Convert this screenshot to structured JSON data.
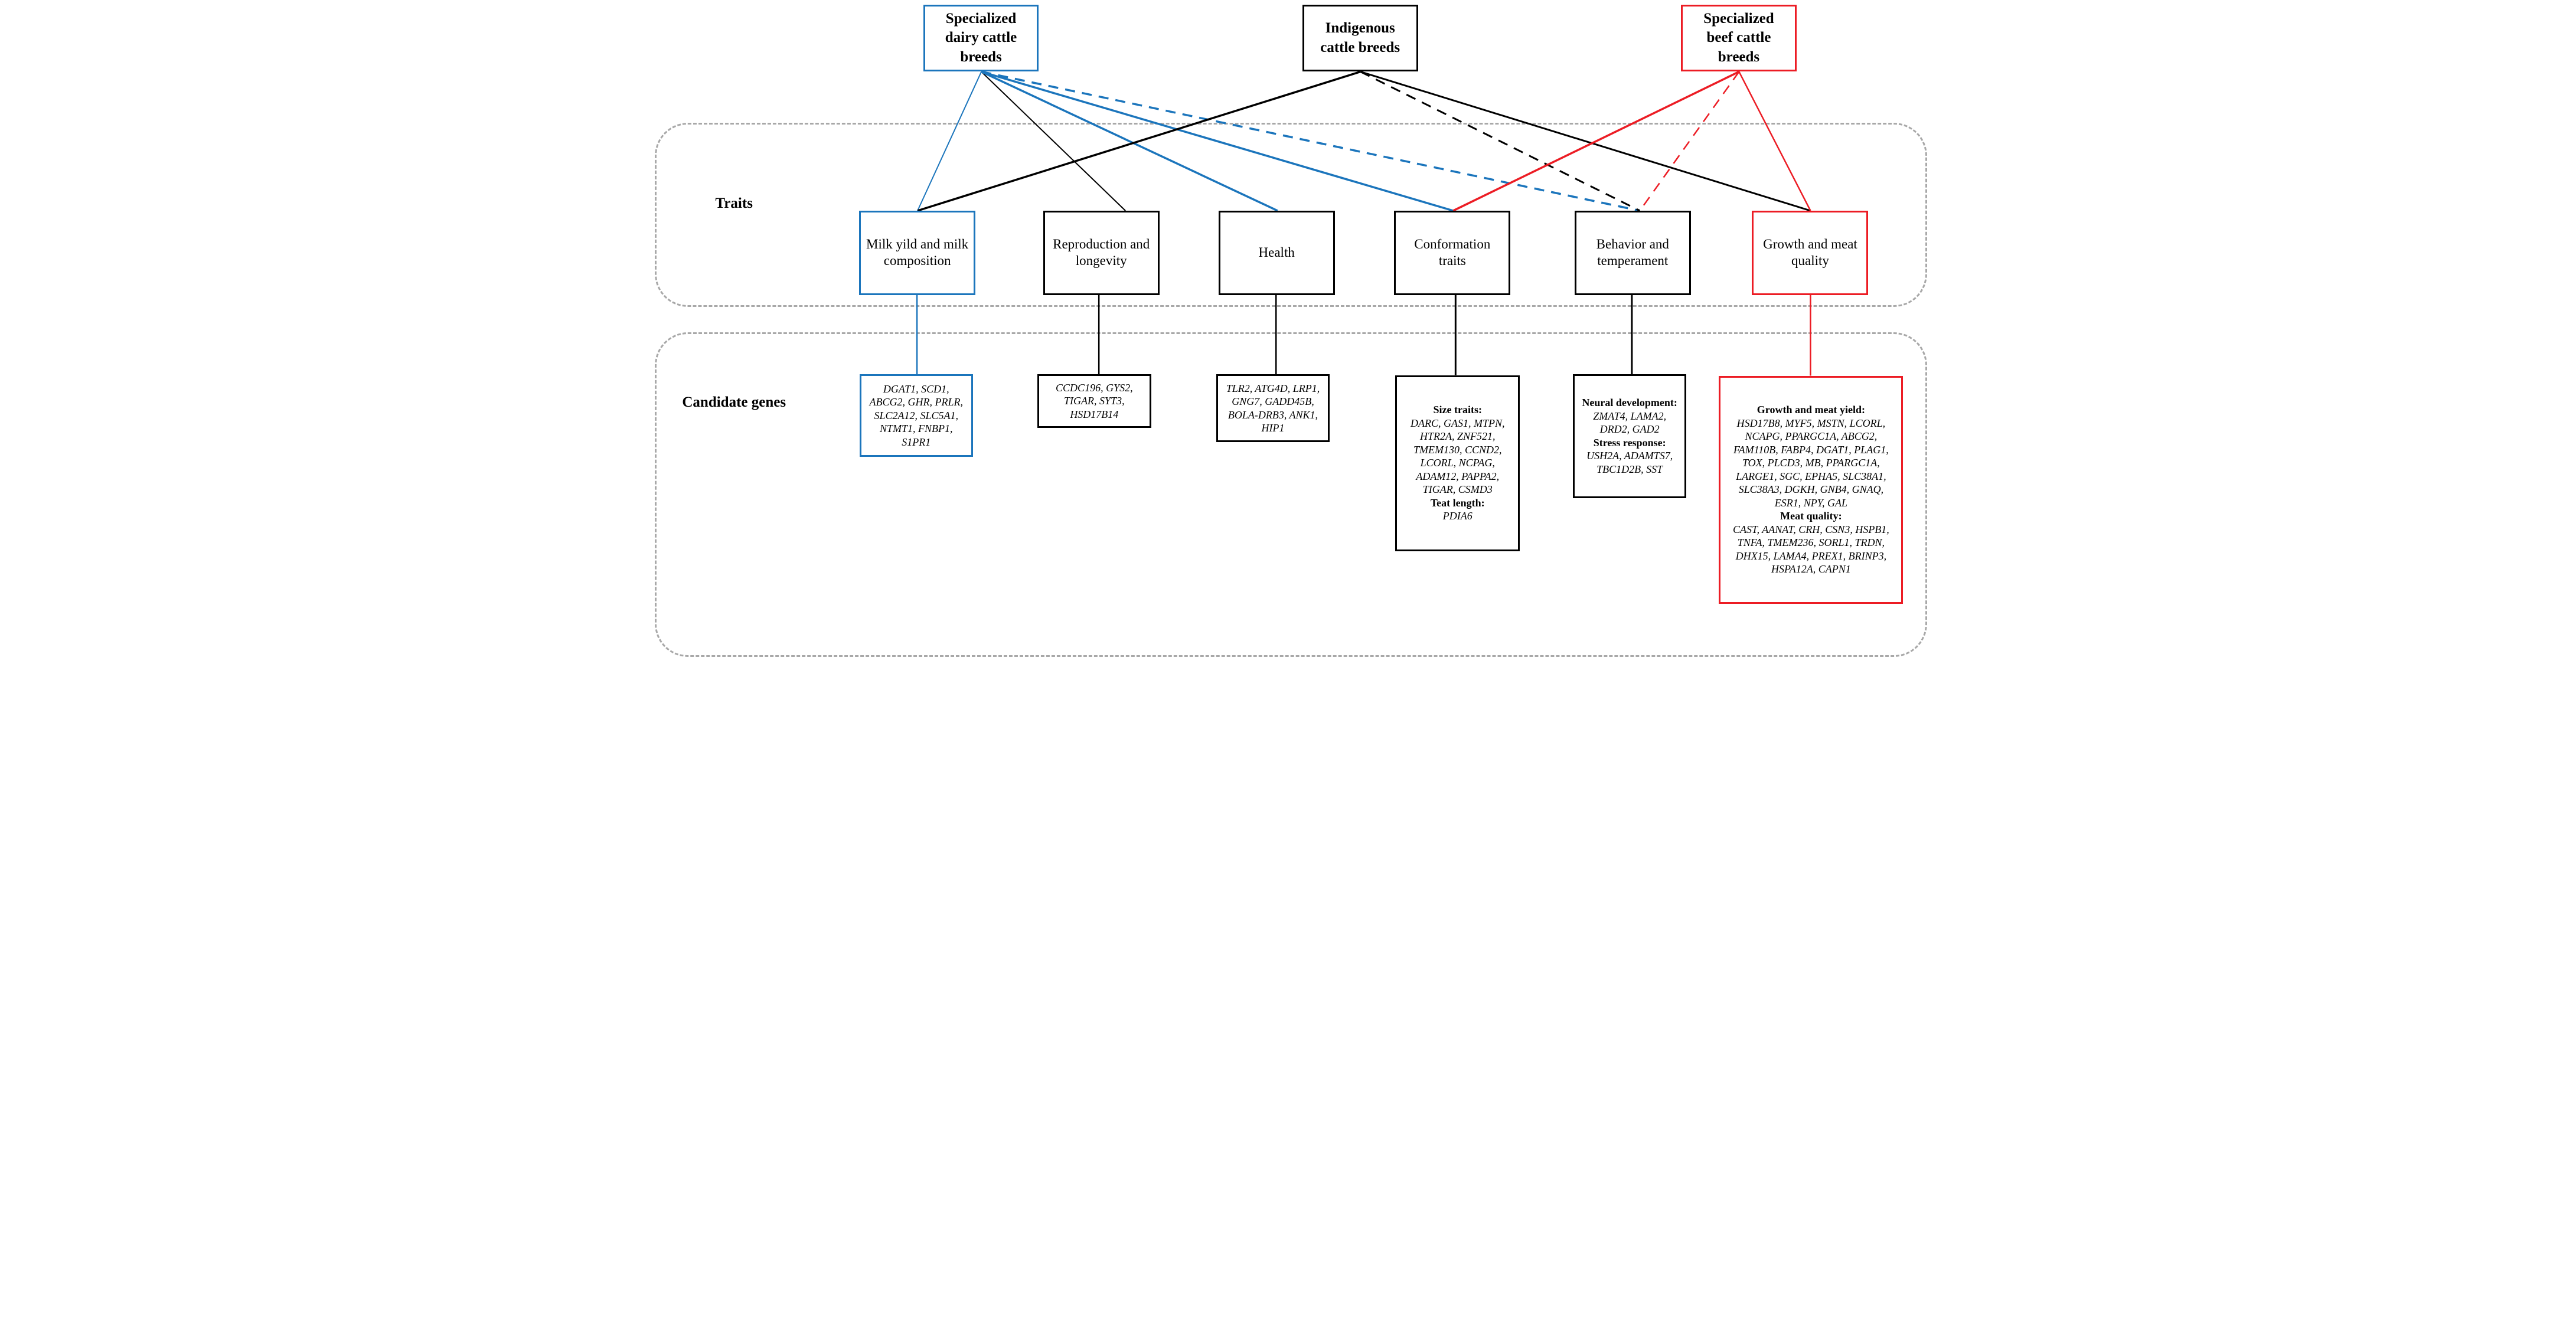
{
  "colors": {
    "dairy_blue": "#1b75bc",
    "beef_red": "#ec1c24",
    "black": "#000000",
    "region_dash_gray": "#a8a8a8"
  },
  "breeds": {
    "dairy": {
      "label": "Specialized dairy cattle breeds"
    },
    "indigenous": {
      "label": "Indigenous cattle breeds"
    },
    "beef": {
      "label": "Specialized beef cattle breeds"
    }
  },
  "regions": {
    "traits": {
      "label": "Traits"
    },
    "candidate_genes": {
      "label": "Candidate genes"
    }
  },
  "traits": {
    "milk": {
      "label": "Milk yild and milk composition"
    },
    "reproduction": {
      "label": "Reproduction and longevity"
    },
    "health": {
      "label": "Health"
    },
    "conformation": {
      "label": "Conformation traits"
    },
    "behavior": {
      "label": "Behavior and temperament"
    },
    "growth": {
      "label": "Growth and meat quality"
    }
  },
  "genes": {
    "milk": {
      "list": "DGAT1, SCD1, ABCG2, GHR, PRLR, SLC2A12, SLC5A1, NTMT1, FNBP1, S1PR1"
    },
    "reproduction": {
      "list": "CCDC196, GYS2, TIGAR, SYT3, HSD17B14"
    },
    "health": {
      "list": "TLR2, ATG4D, LRP1, GNG7, GADD45B, BOLA-DRB3, ANK1, HIP1"
    },
    "conformation": {
      "sections": [
        {
          "header": "Size traits:",
          "list": "DARC, GAS1, MTPN, HTR2A, ZNF521, TMEM130, CCND2, LCORL, NCPAG, ADAM12, PAPPA2, TIGAR, CSMD3"
        },
        {
          "header": "Teat length:",
          "list": "PDIA6"
        }
      ]
    },
    "behavior": {
      "sections": [
        {
          "header": "Neural development:",
          "list": "ZMAT4, LAMA2, DRD2, GAD2"
        },
        {
          "header": "Stress response:",
          "list": "USH2A, ADAMTS7, TBC1D2B, SST"
        }
      ]
    },
    "growth": {
      "sections": [
        {
          "header": "Growth and meat yield:",
          "list": "HSD17B8, MYF5, MSTN, LCORL, NCAPG, PPARGC1A, ABCG2, FAM110B, FABP4, DGAT1, PLAG1, TOX, PLCD3, MB, PPARGC1A, LARGE1, SGC, EPHA5, SLC38A1, SLC38A3, DGKH, GNB4, GNAQ, ESR1, NPY, GAL"
        },
        {
          "header": "Meat quality:",
          "list": "CAST, AANAT, CRH, CSN3, HSPB1, TNFA, TMEM236, SORL1, TRDN, DHX15, LAMA4, PREX1, BRINP3, HSPA12A, CAPN1"
        }
      ]
    }
  },
  "connections": [
    {
      "from": "dairy",
      "to": "milk_t",
      "color": "blue",
      "style": "solid",
      "width": 4
    },
    {
      "from": "dairy",
      "to": "repro_t",
      "color": "black",
      "style": "solid",
      "width": 4
    },
    {
      "from": "dairy",
      "to": "health_t",
      "color": "blue",
      "style": "solid",
      "width": 7
    },
    {
      "from": "dairy",
      "to": "conf_t",
      "color": "blue",
      "style": "solid",
      "width": 7
    },
    {
      "from": "dairy",
      "to": "behav_t",
      "color": "blue",
      "style": "dashed",
      "width": 7
    },
    {
      "from": "indigenous",
      "to": "milk_t",
      "color": "black",
      "style": "solid",
      "width": 7
    },
    {
      "from": "indigenous",
      "to": "behav_t",
      "color": "black",
      "style": "dashed",
      "width": 6
    },
    {
      "from": "indigenous",
      "to": "growth_t",
      "color": "black",
      "style": "solid",
      "width": 6
    },
    {
      "from": "beef",
      "to": "conf_t",
      "color": "red",
      "style": "solid",
      "width": 7
    },
    {
      "from": "beef",
      "to": "behav_t",
      "color": "red",
      "style": "dashed",
      "width": 5
    },
    {
      "from": "beef",
      "to": "growth_t",
      "color": "red",
      "style": "solid",
      "width": 5
    },
    {
      "from": "milk_b",
      "to": "milk_g",
      "color": "blue",
      "style": "solid",
      "width": 5
    },
    {
      "from": "repro_b",
      "to": "repro_g",
      "color": "black",
      "style": "solid",
      "width": 5
    },
    {
      "from": "health_b",
      "to": "health_g",
      "color": "black",
      "style": "solid",
      "width": 5
    },
    {
      "from": "conf_b",
      "to": "conf_g",
      "color": "black",
      "style": "solid",
      "width": 6
    },
    {
      "from": "behav_b",
      "to": "behav_g",
      "color": "black",
      "style": "solid",
      "width": 6
    },
    {
      "from": "growth_b",
      "to": "growth_g",
      "color": "red",
      "style": "solid",
      "width": 5
    }
  ]
}
